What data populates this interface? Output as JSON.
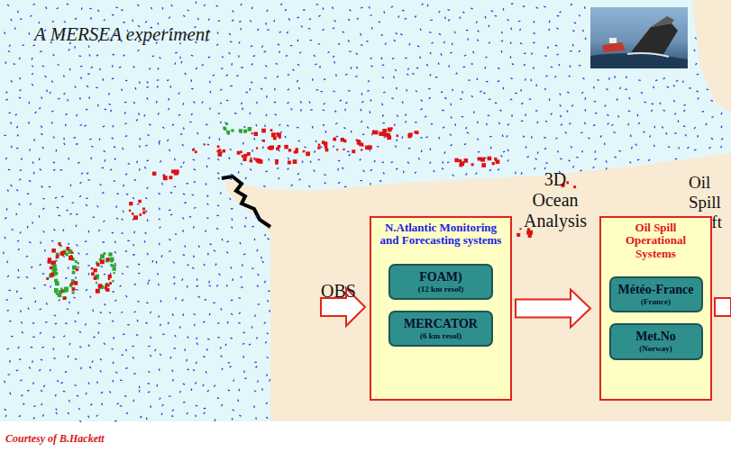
{
  "diagram": {
    "title": "A MERSEA experiment",
    "caption": "Courtesy of B.Hackett",
    "nodes": [
      {
        "text": [
          "N.Atlantic Monitoring and Forecasting systems"
        ]
      },
      {
        "text": [
          "FOAM)",
          "(12 km resol)"
        ],
        "in": 0
      },
      {
        "text": [
          "MERCATOR",
          "(6 km resol)"
        ],
        "in": 0
      },
      {
        "text": [
          "Oil Spill Operational Systems"
        ]
      },
      {
        "text": [
          "Météo-France",
          "(France)"
        ],
        "in": 3
      },
      {
        "text": [
          "Met.No",
          "(Norway)"
        ],
        "in": 3
      }
    ],
    "edges": [
      {
        "from": 0,
        "to": 3,
        "arrow": "to",
        "label": "3D Ocean Analysis"
      }
    ],
    "labels": [
      "OBS",
      "Oil Spill Drift"
    ]
  }
}
